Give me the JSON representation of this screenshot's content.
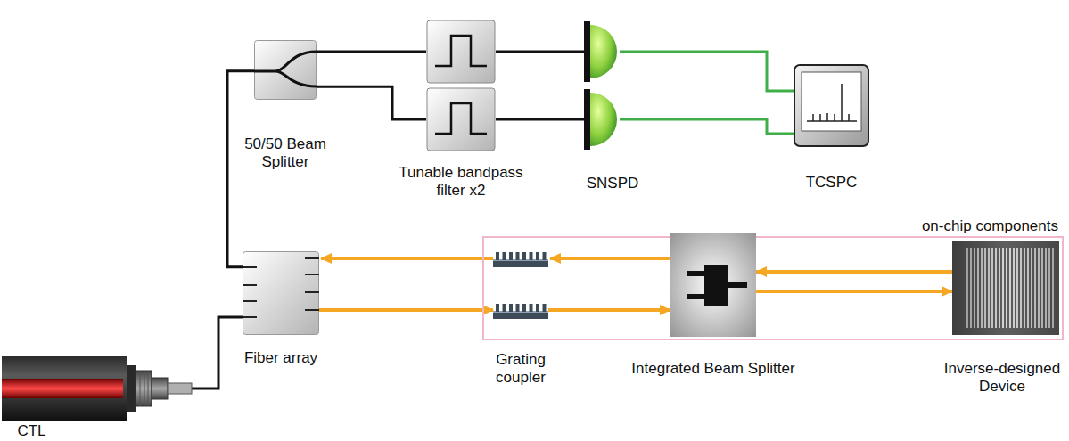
{
  "diagram": {
    "nodes": [
      {
        "text": [
          "CTL"
        ]
      },
      {
        "text": [
          "Fiber array"
        ]
      },
      {
        "text": [
          "50/50 Beam Splitter"
        ]
      },
      {
        "text": [
          "Tunable bandpass filter x2"
        ]
      },
      {
        "text": [
          "SNSPD"
        ]
      },
      {
        "text": [
          "TCSPC"
        ]
      },
      {
        "text": [
          "on-chip components"
        ]
      },
      {
        "text": [
          "Grating coupler"
        ],
        "in": 6
      },
      {
        "text": [
          "Integrated Beam Splitter"
        ],
        "in": 6
      },
      {
        "text": [
          "Inverse-designed Device"
        ],
        "in": 6
      }
    ],
    "edges": [
      {
        "from": 0,
        "to": 1,
        "arrow": "none"
      },
      {
        "from": 1,
        "to": 2,
        "arrow": "none"
      },
      {
        "from": 2,
        "to": 3,
        "arrow": "none"
      },
      {
        "from": 3,
        "to": 4,
        "arrow": "none"
      },
      {
        "from": 4,
        "to": 5,
        "arrow": "none"
      },
      {
        "from": 1,
        "to": 7,
        "arrow": "to"
      },
      {
        "from": 7,
        "to": 8,
        "arrow": "to"
      },
      {
        "from": 8,
        "to": 9,
        "arrow": "to"
      },
      {
        "from": 9,
        "to": 8,
        "arrow": "to"
      }
    ]
  }
}
